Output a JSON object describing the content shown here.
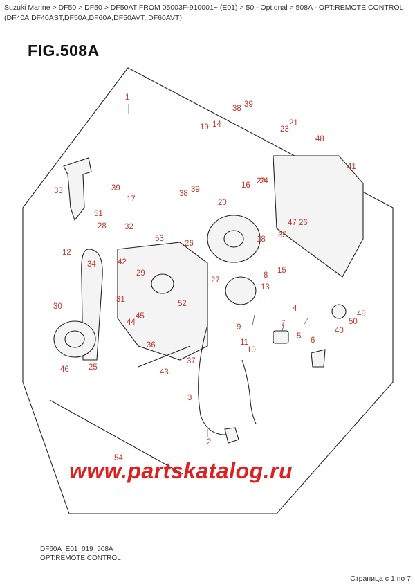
{
  "breadcrumb": "Suzuki Marine > DF50 > DF50 > DF50AT FROM 05003F-910001~ (E01) > 50 - Optional > 508A - OPT:REMOTE CONTROL (DF40A,DF40AST,DF50A,DF60A,DF50AVT, DF60AVT)",
  "figure_title": "FIG.508A",
  "diagram_code": "DF60A_E01_019_508A",
  "caption": "OPT:REMOTE CONTROL",
  "watermark": "www.partskatalog.ru",
  "pager": "Страница с 1 по 7",
  "callouts": [
    "1",
    "2",
    "3",
    "4",
    "5",
    "6",
    "7",
    "8",
    "9",
    "10",
    "11",
    "12",
    "13",
    "14",
    "15",
    "16",
    "17",
    "18",
    "19",
    "20",
    "21",
    "22",
    "23",
    "24",
    "25",
    "26",
    "26",
    "27",
    "28",
    "29",
    "30",
    "31",
    "32",
    "33",
    "34",
    "35",
    "36",
    "37",
    "38",
    "38",
    "39",
    "39",
    "39",
    "40",
    "41",
    "42",
    "43",
    "44",
    "45",
    "46",
    "47",
    "48",
    "49",
    "50",
    "51",
    "52",
    "53",
    "54"
  ]
}
